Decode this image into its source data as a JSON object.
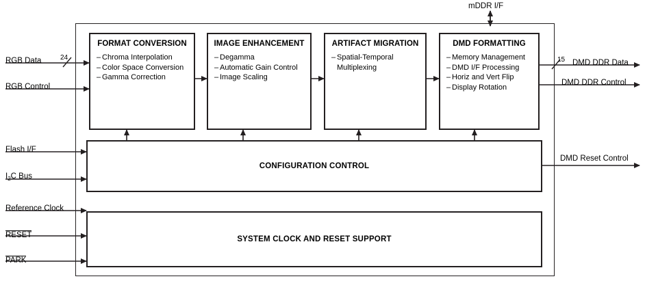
{
  "diagram": {
    "title": "DLP video processor block diagram",
    "blocks": [
      {
        "id": "format-conversion",
        "title": "FORMAT CONVERSION",
        "items": [
          "Chroma Interpolation",
          "Color Space Conversion",
          "Gamma Correction"
        ]
      },
      {
        "id": "image-enhancement",
        "title": "IMAGE ENHANCEMENT",
        "items": [
          "Degamma",
          "Automatic Gain Control",
          "Image Scaling"
        ]
      },
      {
        "id": "artifact-migration",
        "title": "ARTIFACT MIGRATION",
        "items": [
          "Spatial-Temporal",
          "Multiplexing"
        ]
      },
      {
        "id": "dmd-formatting",
        "title": "DMD FORMATTING",
        "items": [
          "Memory Management",
          "DMD I/F Processing",
          "Horiz and Vert Flip",
          "Display Rotation"
        ]
      }
    ],
    "bands": [
      {
        "id": "configuration-control",
        "label": "CONFIGURATION CONTROL"
      },
      {
        "id": "system-clock-reset",
        "label": "SYSTEM CLOCK AND RESET SUPPORT"
      }
    ],
    "inputs": [
      {
        "id": "rgb-data",
        "label": "RGB Data",
        "bus_width": "24"
      },
      {
        "id": "rgb-control",
        "label": "RGB Control"
      },
      {
        "id": "flash-if",
        "label": "Flash I/F"
      },
      {
        "id": "i2c-bus",
        "label": "I2C Bus"
      },
      {
        "id": "reference-clock",
        "label": "Reference Clock"
      },
      {
        "id": "reset",
        "label": "RESET"
      },
      {
        "id": "park",
        "label": "PARK"
      }
    ],
    "outputs": [
      {
        "id": "dmd-ddr-data",
        "label": "DMD DDR Data",
        "bus_width": "15"
      },
      {
        "id": "dmd-ddr-control",
        "label": "DMD DDR Control"
      },
      {
        "id": "dmd-reset-control",
        "label": "DMD Reset Control"
      }
    ],
    "top_port": {
      "id": "mddr-if",
      "label": "mDDR I/F"
    },
    "colors": {
      "line": "#231f20",
      "background": "#ffffff"
    }
  }
}
